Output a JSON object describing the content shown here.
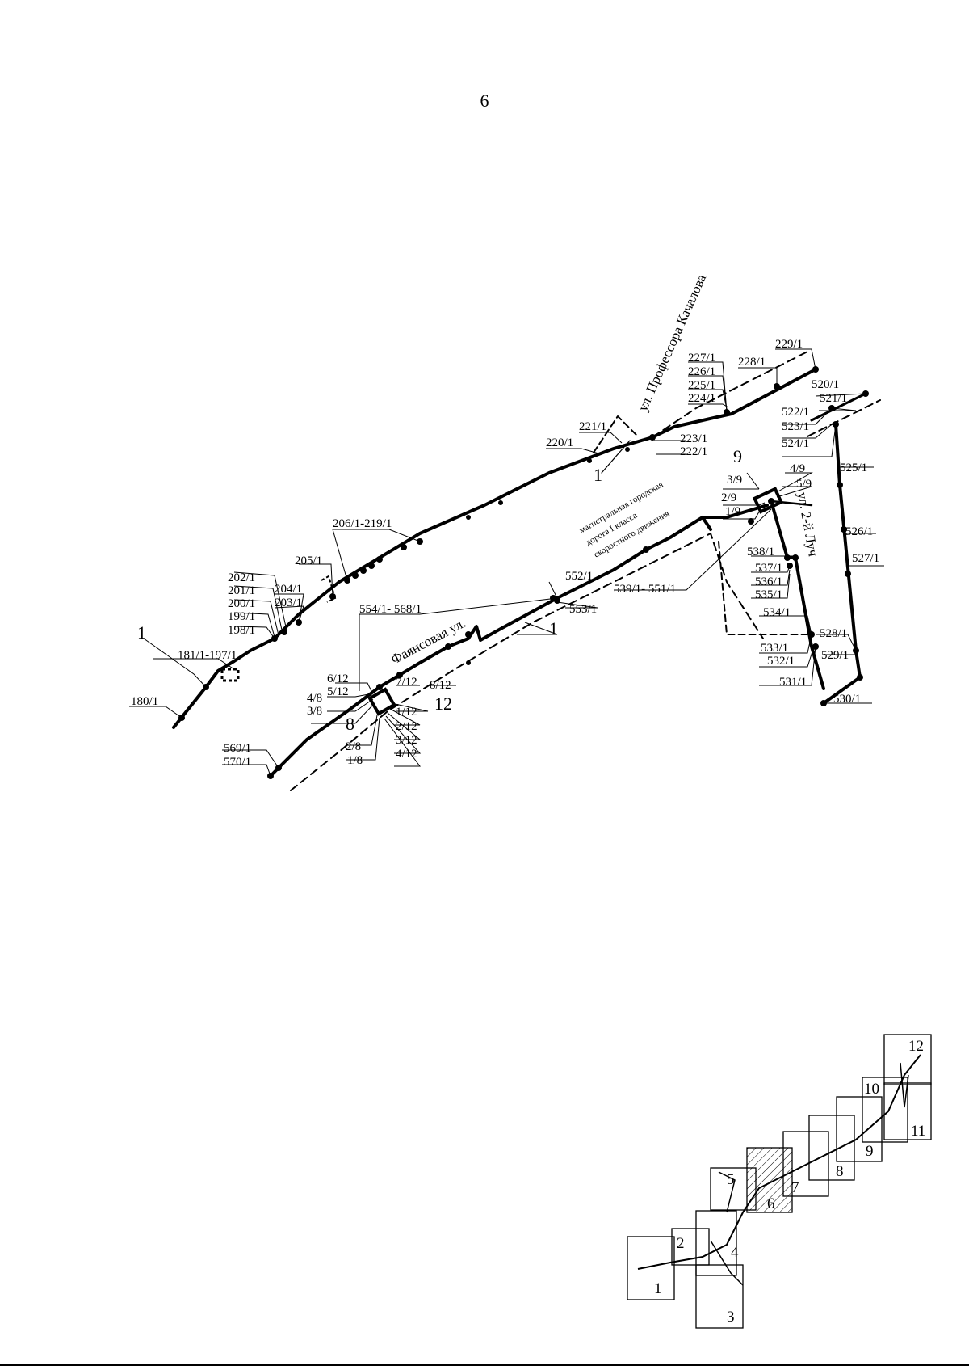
{
  "page": {
    "number": "6"
  },
  "streets": {
    "kachalova": "ул. Профессора Качалова",
    "luch2": "ул. 2-й Луч",
    "fayansovaya": "Фаянсовая ул.",
    "highway_l1": "магистральная городская",
    "highway_l2": "дорога I класса",
    "highway_l3": "скоростного движения"
  },
  "lines": {
    "line1": "1",
    "sec8": "8",
    "sec9": "9",
    "sec12": "12"
  },
  "labels": [
    "180/1",
    "181/1-197/1",
    "198/1",
    "199/1",
    "200/1",
    "201/1",
    "202/1",
    "203/1",
    "204/1",
    "205/1",
    "206/1-219/1",
    "220/1",
    "221/1",
    "222/1",
    "223/1",
    "224/1",
    "225/1",
    "226/1",
    "227/1",
    "228/1",
    "229/1",
    "520/1",
    "521/1",
    "522/1",
    "523/1",
    "524/1",
    "525/1",
    "526/1",
    "527/1",
    "528/1",
    "529/1",
    "530/1",
    "531/1",
    "532/1",
    "533/1",
    "534/1",
    "535/1",
    "536/1",
    "537/1",
    "538/1",
    "539/1- 551/1",
    "552/1",
    "553/1",
    "554/1- 568/1",
    "569/1",
    "570/1",
    "1/9",
    "2/9",
    "3/9",
    "4/9",
    "5/9",
    "1/8",
    "2/8",
    "3/8",
    "4/8",
    "1/12",
    "2/12",
    "3/12",
    "4/12",
    "5/12",
    "6/12",
    "7/12",
    "8/12"
  ],
  "index_map": {
    "sheets": [
      "1",
      "2",
      "3",
      "4",
      "5",
      "6",
      "7",
      "8",
      "9",
      "10",
      "11",
      "12"
    ],
    "current": "6"
  }
}
